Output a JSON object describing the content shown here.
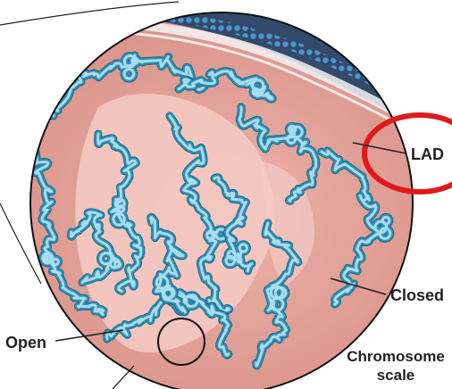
{
  "labels": {
    "lad": "LAD",
    "closed": "Closed",
    "open": "Open",
    "scale_line1": "Chromosome",
    "scale_line2": "scale"
  },
  "colors": {
    "background": "#ffffff",
    "nucleoplasm": "#d98f86",
    "nucleoplasm_light": "#eab4aa",
    "chromatin_dark": "#2f8fb3",
    "chromatin_light": "#a9dcef",
    "chromatin_outline": "#1f6a8a",
    "open_region": "#f4cbc4",
    "envelope": "#334a6b",
    "envelope_pores": "#4aa0d8",
    "highlight_ring": "#e0191b",
    "label_text": "#222222",
    "leader_line": "#222222"
  },
  "icons": {
    "highlight": "red-ellipse-highlight",
    "zoom": "zoom-circle",
    "nucleus": "nuclear-envelope"
  }
}
